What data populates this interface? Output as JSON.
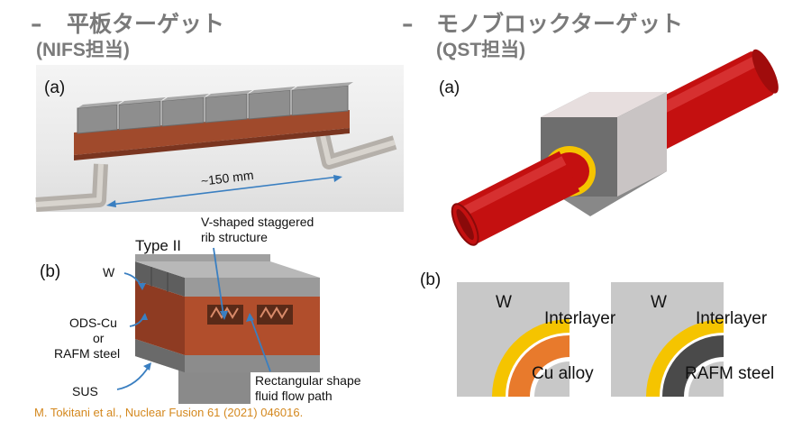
{
  "left": {
    "dash": "–",
    "title": "平板ターゲット",
    "subtitle": "(NIFS担当)",
    "photo_label": "(a)",
    "dimension": "~150 mm",
    "diagram_label": "(b)",
    "type_label": "Type II",
    "labels": {
      "w": "W",
      "ods_cu": "ODS-Cu",
      "or": "or",
      "rafm": "RAFM steel",
      "sus": "SUS",
      "vshaped_line1": "V-shaped staggered",
      "vshaped_line2": "rib structure",
      "rect_line1": "Rectangular shape",
      "rect_line2": "fluid flow path"
    },
    "citation": "M. Tokitani et al., Nuclear Fusion 61 (2021) 046016."
  },
  "right": {
    "dash": "–",
    "title": "モノブロックターゲット",
    "subtitle": "(QST担当)",
    "render_label": "(a)",
    "diagram_label": "(b)",
    "panel1": {
      "w": "W",
      "interlayer": "Interlayer",
      "material": "Cu alloy"
    },
    "panel2": {
      "w": "W",
      "interlayer": "Interlayer",
      "material": "RAFM steel"
    }
  },
  "colors": {
    "heading": "#7a7a7a",
    "citation": "#d4881e",
    "tungsten": "#c8c8c8",
    "interlayer": "#f5c400",
    "cu_alloy": "#e87a2c",
    "rafm_steel": "#4a4a4a",
    "pipe_red": "#cc1010",
    "arrow_blue": "#3a7fc1"
  }
}
